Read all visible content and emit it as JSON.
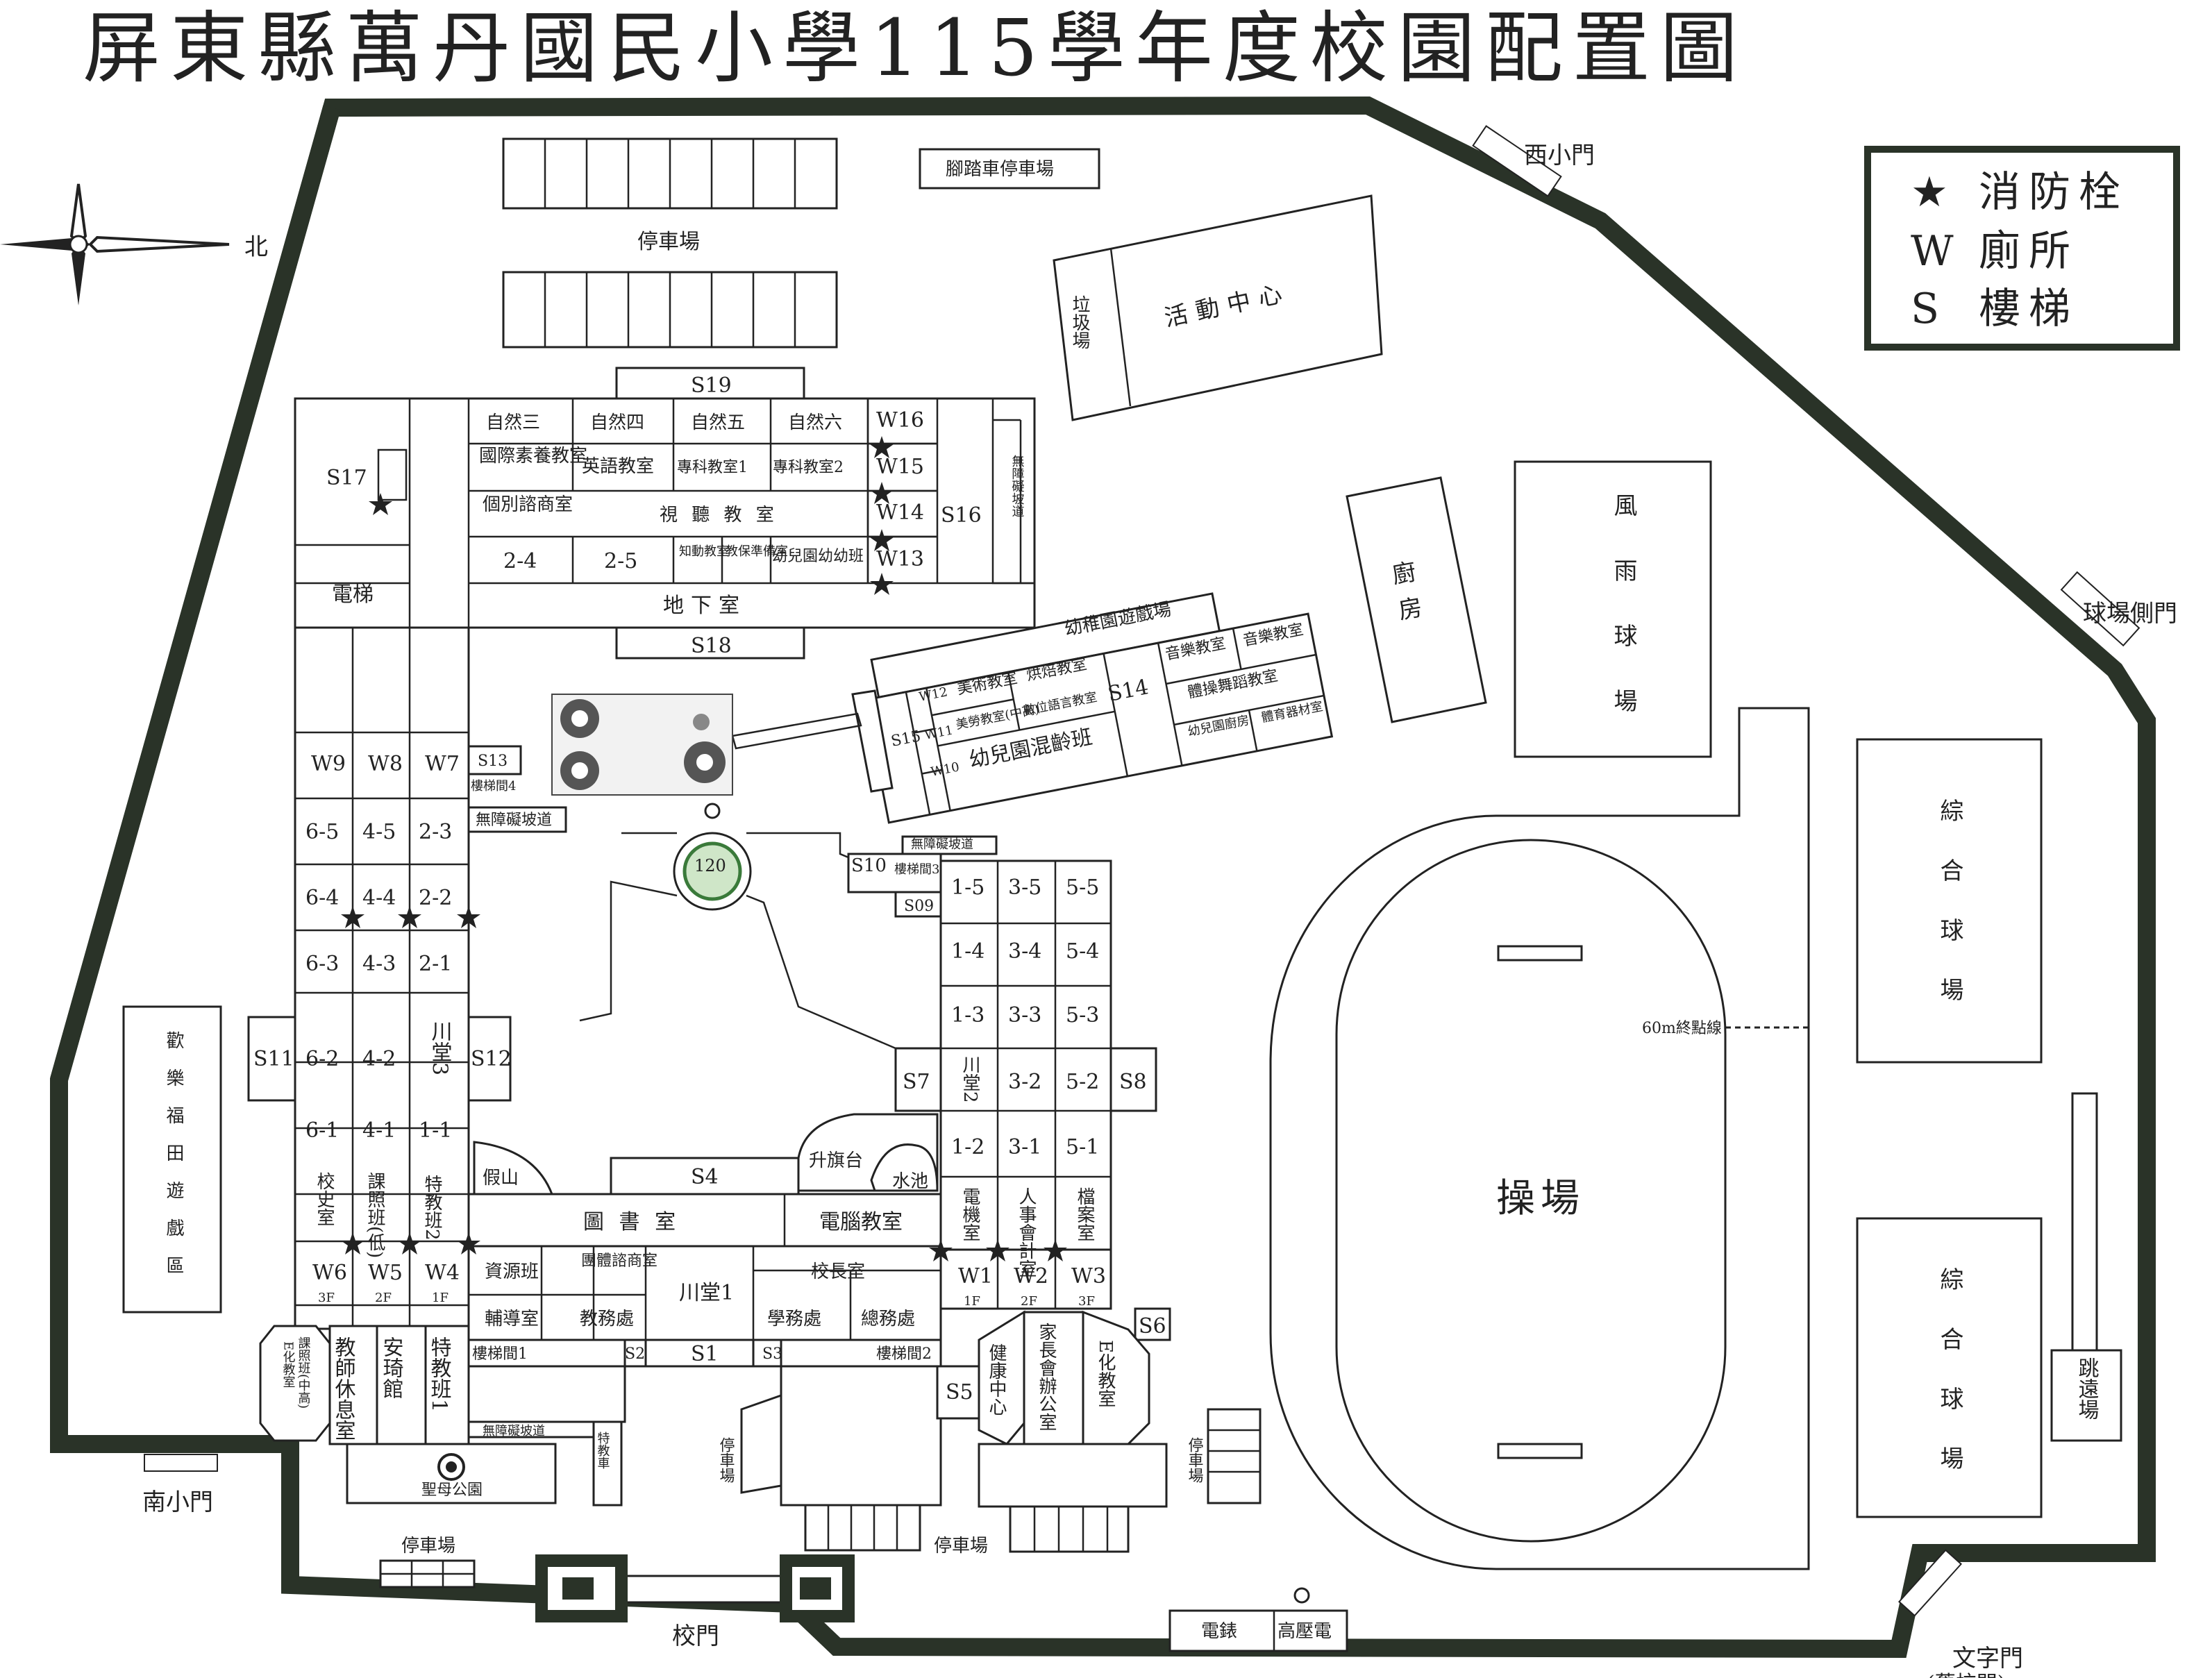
{
  "title": "屏東縣萬丹國民小學115學年度校園配置圖",
  "compass": "北",
  "legend": [
    {
      "symbol": "★",
      "label": "消防栓"
    },
    {
      "symbol": "W",
      "label": "廁所"
    },
    {
      "symbol": "S",
      "label": "樓梯"
    }
  ],
  "gates": {
    "west_small": "西小門",
    "court_side": "球場側門",
    "south_small": "南小門",
    "main": "校門",
    "wenzi": "文字門",
    "old_main": "(舊校門)"
  },
  "parking": {
    "bike": "腳踏車停車場",
    "top": "停車場",
    "bottom_left": "停車場",
    "bottom_center": "停車場",
    "vertical_left": "停車場",
    "vertical_right": "停車場"
  },
  "facilities": {
    "activity_center": "活動中心",
    "garbage": "垃圾場",
    "kitchen": "廚房",
    "rain_court": "風雨球場",
    "sports_field": "操場",
    "finish_line": "60m終點線",
    "court1": "綜合球場",
    "court2": "綜合球場",
    "long_jump": "跳遠場",
    "fun_area": "歡樂福田遊戲區",
    "mary_park": "聖母公園",
    "electric_meter": "電錶",
    "high_voltage": "高壓電",
    "rockery": "假山",
    "flag_stage": "升旗台",
    "pond": "水池",
    "kinder_playground": "幼稚園遊戲場",
    "elevator": "電梯",
    "basement": "地下室",
    "ramp_main": "無障礙坡道",
    "ramp_top": "無障礙坡道",
    "ramp_right": "無障礙坡道",
    "ramp_bottom": "無障礙坡道",
    "special_ed_small": "特教車"
  },
  "rooms_north": {
    "nature3": "自然三",
    "nature4": "自然四",
    "nature5": "自然五",
    "nature6": "自然六",
    "intl": "國際素養教室",
    "english": "英語教室",
    "sci1": "專科教室1",
    "sci2": "專科教室2",
    "counsel": "個別諮商室",
    "av": "視 聽 教 室",
    "c24": "2-4",
    "c25": "2-5",
    "knowledge": "知動教室",
    "care": "教保準備室",
    "kinder_young": "幼兒園幼幼班"
  },
  "rooms_kinder": {
    "music1": "音樂教室",
    "music2": "音樂教室",
    "gym_dance": "體操舞蹈教室",
    "kinder_kitchen": "幼兒園廚房",
    "sports_equip": "體育器材室",
    "art": "美術教室",
    "baking": "烘焙教室",
    "art_mid": "美勞教室(中高)",
    "digital": "數位語言教室",
    "mixed": "幼兒園混齡班"
  },
  "west_wing": {
    "row1": [
      "6-5",
      "4-5",
      "2-3"
    ],
    "row2": [
      "6-4",
      "4-4",
      "2-2"
    ],
    "row3": [
      "6-3",
      "4-3",
      "2-1"
    ],
    "row4": [
      "6-2",
      "4-2",
      "川堂3"
    ],
    "row5": [
      "6-1",
      "4-1",
      "1-1"
    ],
    "row6": [
      "校史室",
      "課照班(低)",
      "特教班2"
    ],
    "stair_hall4": "樓梯間4"
  },
  "east_wing": {
    "row1": [
      "1-5",
      "3-5",
      "5-5"
    ],
    "row2": [
      "1-4",
      "3-4",
      "5-4"
    ],
    "row3": [
      "1-3",
      "3-3",
      "5-3"
    ],
    "row4": [
      "川堂2",
      "3-2",
      "5-2"
    ],
    "row5": [
      "1-2",
      "3-1",
      "5-1"
    ],
    "row6": [
      "電機室",
      "人事會計室",
      "檔案室"
    ],
    "stair_hall3": "樓梯間3"
  },
  "south_block": {
    "library": "圖 書 室",
    "computer": "電腦教室",
    "resource": "資源班",
    "group_counsel": "團體諮商室",
    "hall1": "川堂1",
    "principal": "校長室",
    "guidance": "輔導室",
    "academic": "教務處",
    "student_affairs": "學務處",
    "general_affairs": "總務處",
    "stair1": "樓梯間1",
    "stair2": "樓梯間2",
    "teacher_lounge": "教師休息室",
    "anqi": "安琦館",
    "special1": "特教班1",
    "e_class_left": "E化教室",
    "after_class": "課照班(中高)",
    "health": "健康中心",
    "parents": "家長會辦公室",
    "e_class_right": "E化教室"
  },
  "toilets": {
    "W1": "W1",
    "W2": "W2",
    "W3": "W3",
    "W4": "W4",
    "W5": "W5",
    "W6": "W6",
    "W7": "W7",
    "W8": "W8",
    "W9": "W9",
    "W10": "W10",
    "W11": "W11",
    "W12": "W12",
    "W13": "W13",
    "W14": "W14",
    "W15": "W15",
    "W16": "W16",
    "f1": "1F",
    "f2": "2F",
    "f3": "3F"
  },
  "stairs": {
    "S1": "S1",
    "S2": "S2",
    "S3": "S3",
    "S4": "S4",
    "S5": "S5",
    "S6": "S6",
    "S7": "S7",
    "S8": "S8",
    "S09": "S09",
    "S10": "S10",
    "S11": "S11",
    "S12": "S12",
    "S13": "S13",
    "S14": "S14",
    "S15": "S15",
    "S16": "S16",
    "S17": "S17",
    "S18": "S18",
    "S19": "S19"
  },
  "logo_text": "120"
}
